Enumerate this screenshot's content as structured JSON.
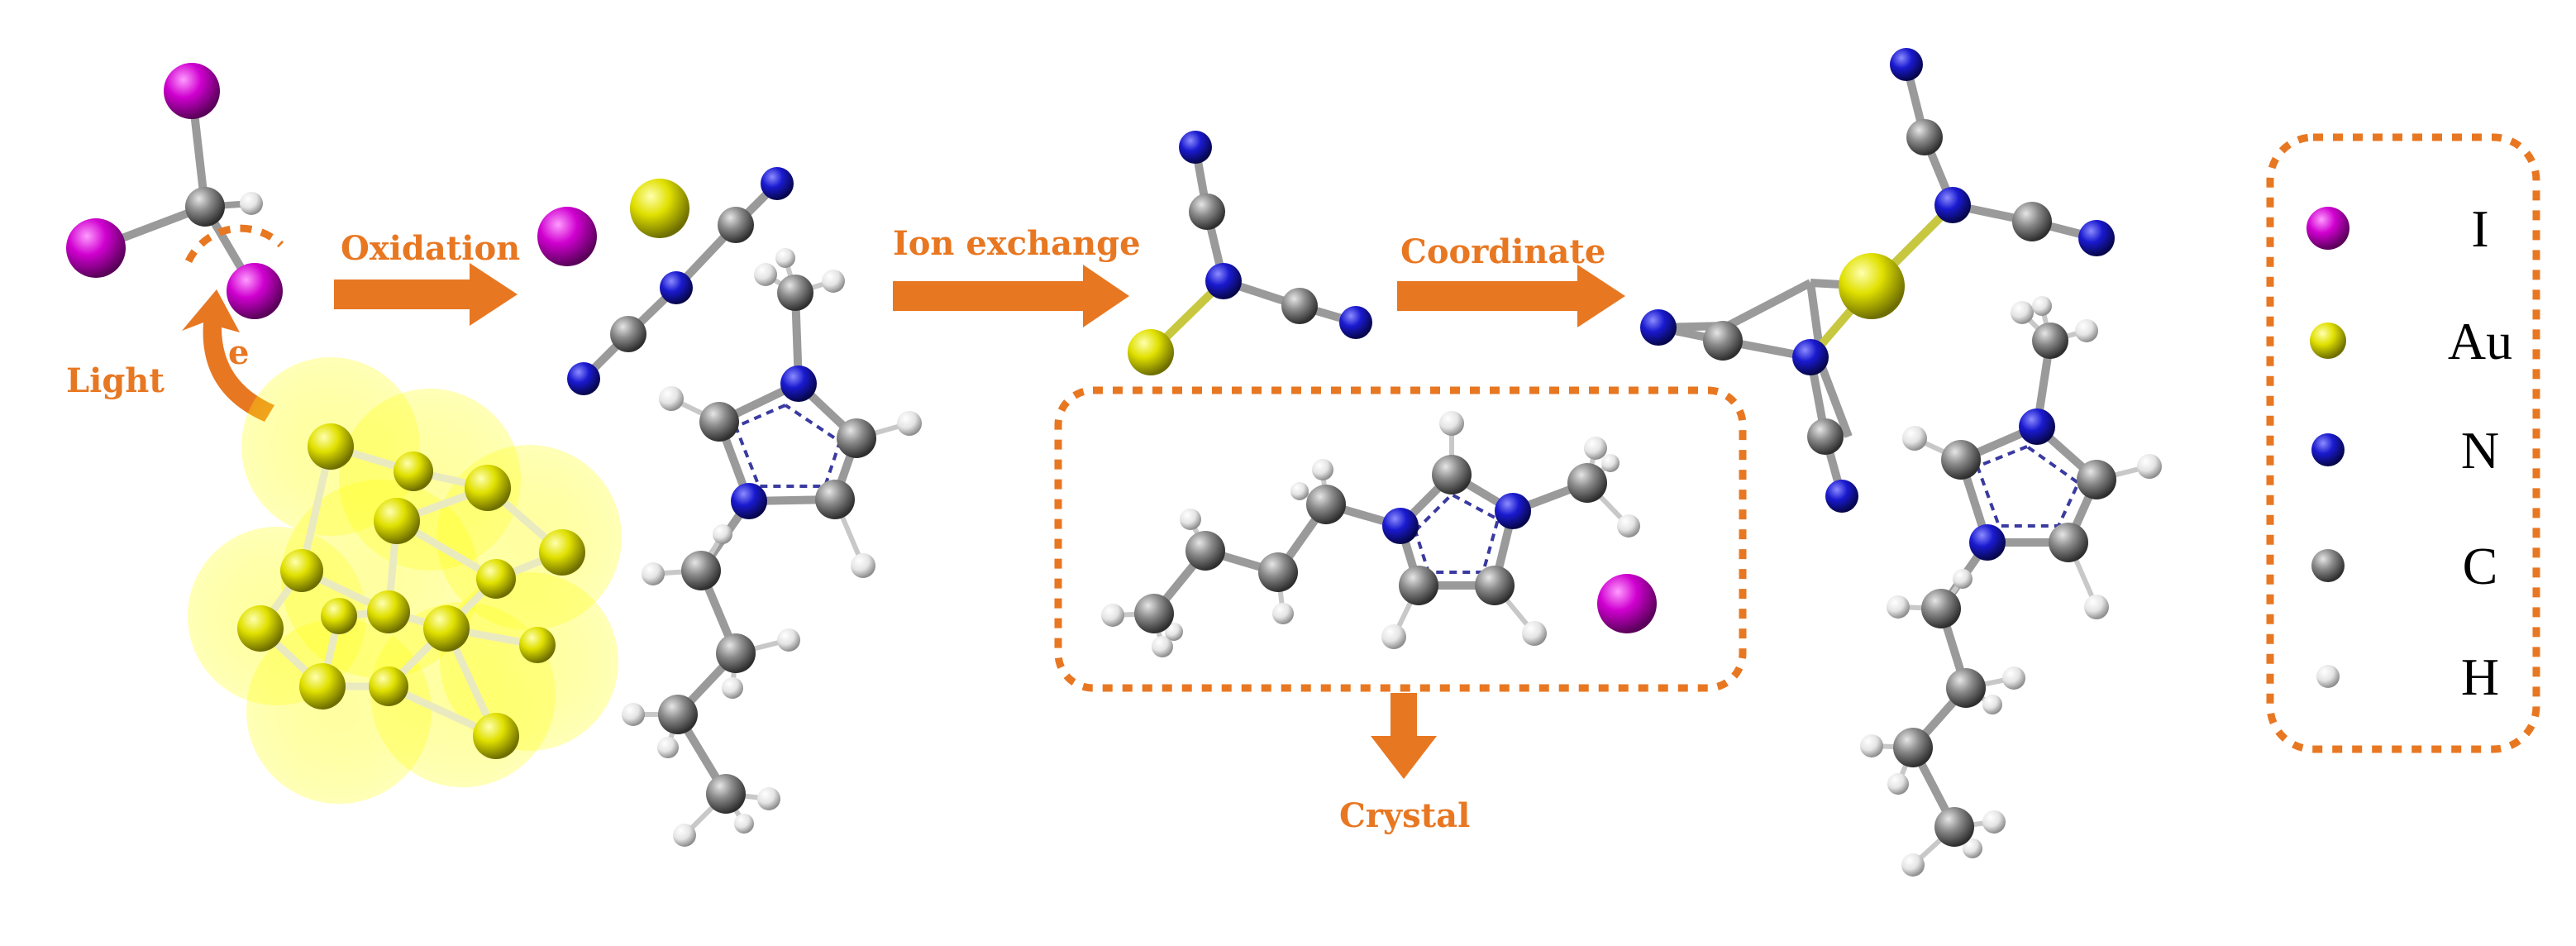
{
  "labels": {
    "light": "Light",
    "electron": "e",
    "oxidation": "Oxidation",
    "ion_exchange": "Ion exchange",
    "coordinate": "Coordinate",
    "crystal": "Crystal"
  },
  "legend": {
    "items": [
      {
        "symbol": "I",
        "color": "#c000c0"
      },
      {
        "symbol": "Au",
        "color": "#d4d400"
      },
      {
        "symbol": "N",
        "color": "#1a1ab8"
      },
      {
        "symbol": "C",
        "color": "#707070"
      },
      {
        "symbol": "H",
        "color": "#d8d8d8"
      }
    ]
  },
  "colors": {
    "accent": "#e87722",
    "iodine": "#c000c0",
    "gold": "#d4d400",
    "nitrogen": "#1a1ab8",
    "carbon": "#707070",
    "hydrogen": "#d8d8d8",
    "bond": "#9a9a9a",
    "halo": "#ffff66"
  }
}
